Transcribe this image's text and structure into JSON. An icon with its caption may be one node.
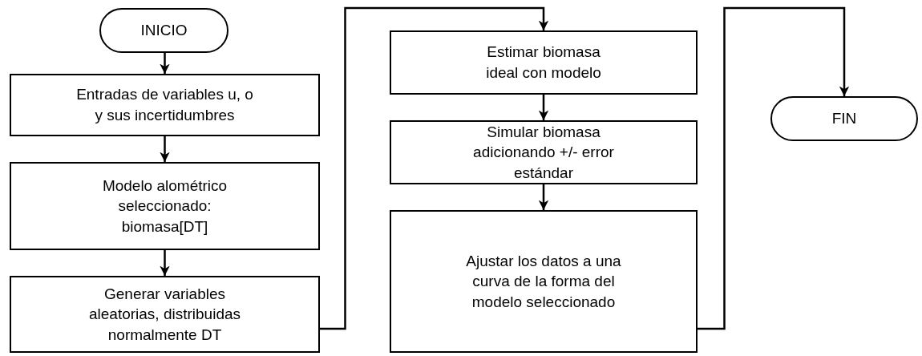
{
  "diagram": {
    "nodes": [
      {
        "text": [
          "INICIO"
        ]
      },
      {
        "text": [
          "Entradas de variables u, o y sus incertidumbres"
        ]
      },
      {
        "text": [
          "Modelo alométrico seleccionado: biomasa[DT]"
        ]
      },
      {
        "text": [
          "Generar variables aleatorias, distribuidas normalmente DT"
        ]
      },
      {
        "text": [
          "Estimar biomasa ideal con modelo"
        ]
      },
      {
        "text": [
          "Simular biomasa adicionando +/- error estándar"
        ]
      },
      {
        "text": [
          "Ajustar los datos a una curva de la forma del modelo seleccionado"
        ]
      },
      {
        "text": [
          "FIN"
        ]
      }
    ],
    "edges": [
      {
        "from": 0,
        "to": 1,
        "arrow": "to"
      },
      {
        "from": 1,
        "to": 2,
        "arrow": "to"
      },
      {
        "from": 2,
        "to": 3,
        "arrow": "to"
      },
      {
        "from": 3,
        "to": 4,
        "arrow": "to"
      },
      {
        "from": 4,
        "to": 5,
        "arrow": "to"
      },
      {
        "from": 5,
        "to": 6,
        "arrow": "to"
      },
      {
        "from": 6,
        "to": 7,
        "arrow": "to"
      }
    ]
  }
}
